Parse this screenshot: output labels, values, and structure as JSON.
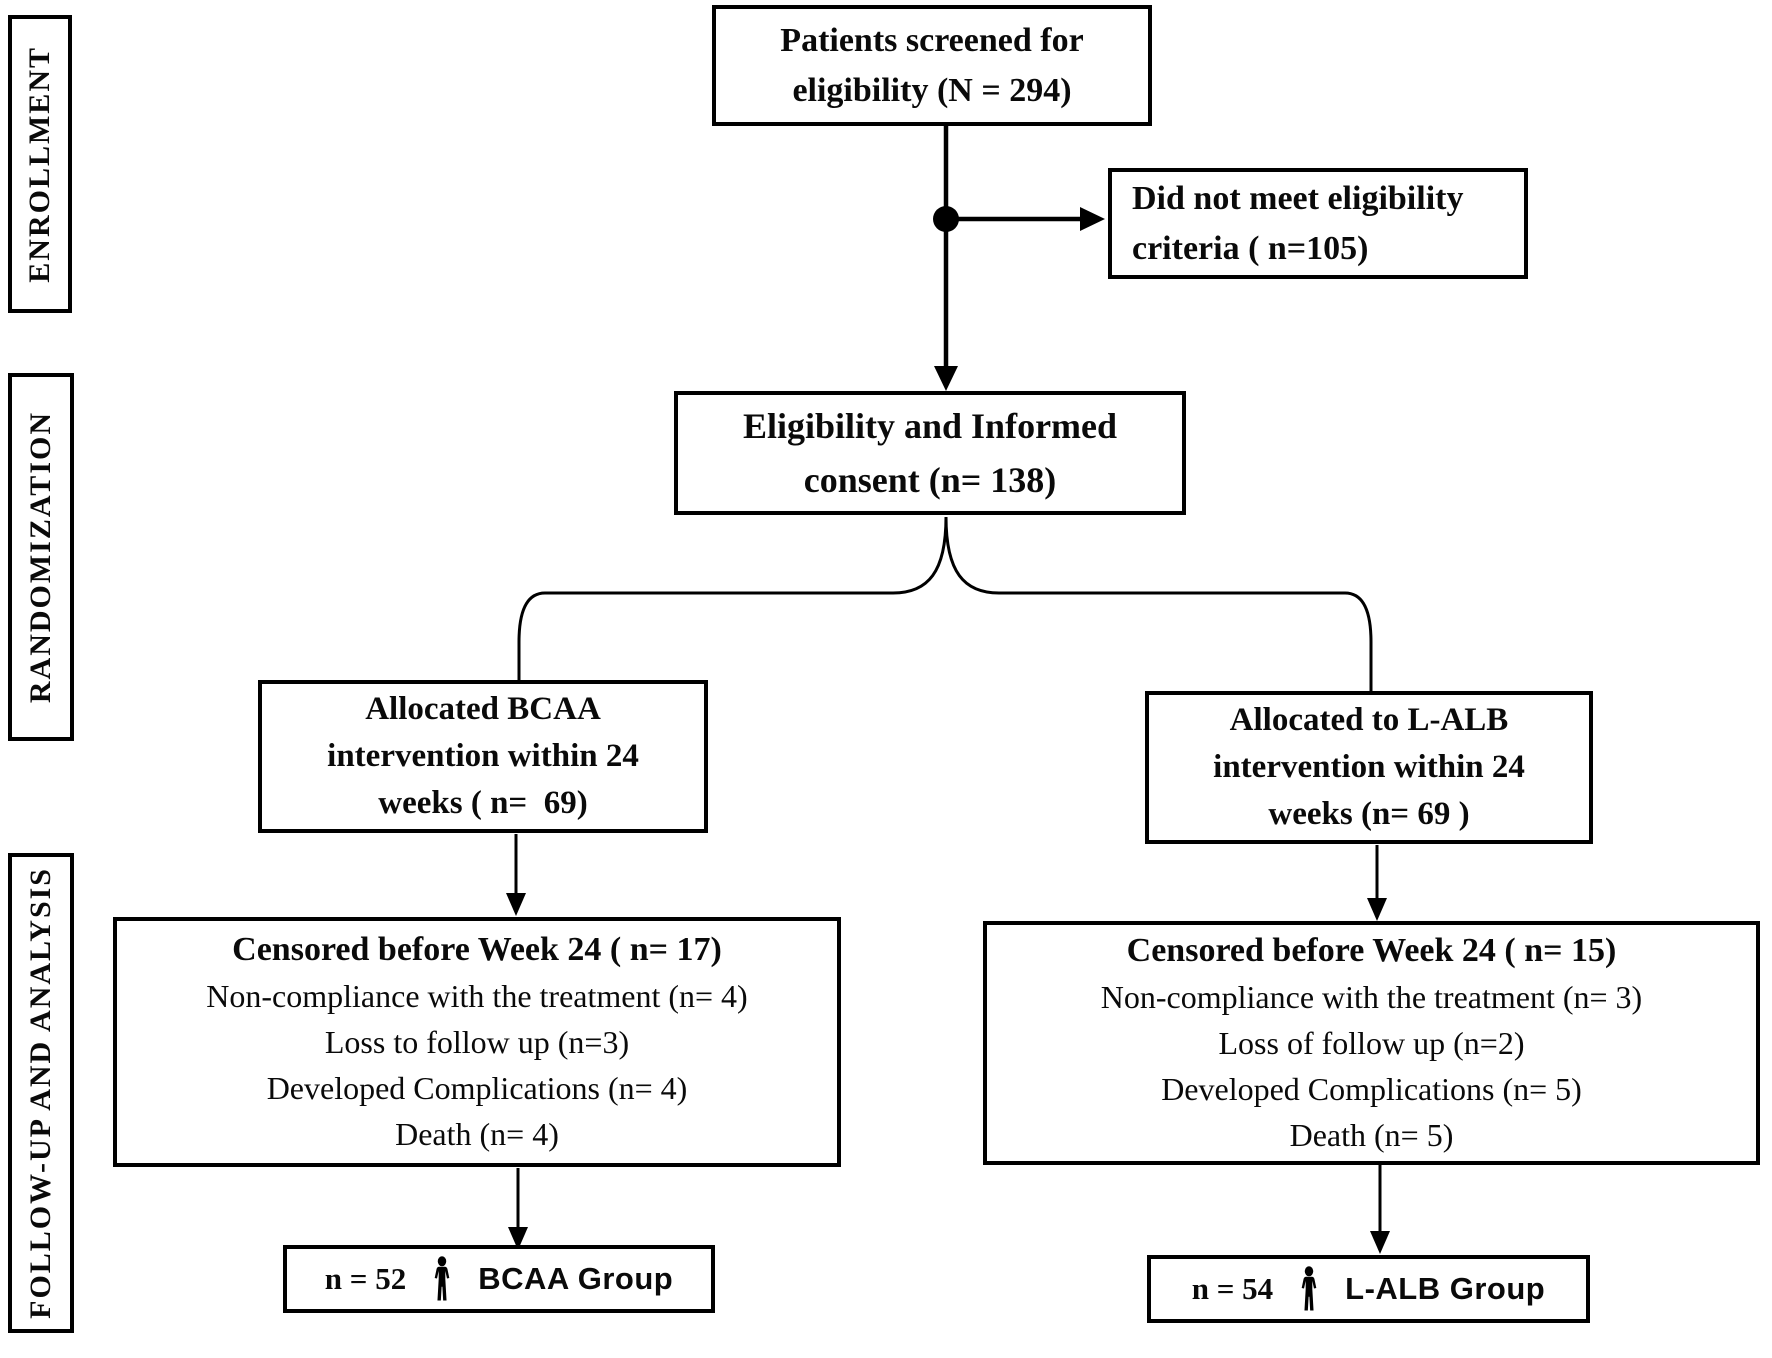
{
  "figure": {
    "background_color": "#ffffff",
    "ink_color": "#000000",
    "type": "consort-flow-diagram"
  },
  "stage_labels": {
    "enrollment": "ENROLLMENT",
    "randomization": "RANDOMIZATION",
    "followup_analysis": "FOLLOW-UP AND ANALYSIS"
  },
  "nodes": {
    "screened": {
      "lines": [
        "Patients screened for",
        "eligibility (N = 294)"
      ]
    },
    "not_eligible": {
      "lines": [
        "Did not meet eligibility",
        "criteria ( n=105)"
      ]
    },
    "consent": {
      "lines": [
        "Eligibility and Informed",
        "consent (n= 138)"
      ]
    },
    "alloc_bcaa": {
      "lines": [
        "Allocated BCAA",
        "intervention within 24",
        "weeks ( n=  69)"
      ]
    },
    "alloc_lalb": {
      "lines": [
        "Allocated to L-ALB",
        "intervention within 24",
        "weeks (n= 69 )"
      ]
    },
    "censored_bcaa": {
      "title": "Censored before Week 24 ( n= 17)",
      "items": [
        "Non-compliance with the treatment (n= 4)",
        "Loss to follow up (n=3)",
        "Developed Complications (n= 4)",
        "Death (n= 4)"
      ]
    },
    "censored_lalb": {
      "title": "Censored before Week 24 ( n= 15)",
      "items": [
        "Non-compliance with the treatment (n= 3)",
        "Loss of follow up (n=2)",
        "Developed Complications (n= 5)",
        "Death (n= 5)"
      ]
    },
    "group_bcaa": {
      "count": "n = 52",
      "label": "BCAA Group"
    },
    "group_lalb": {
      "count": "n = 54",
      "label": "L-ALB Group"
    }
  }
}
